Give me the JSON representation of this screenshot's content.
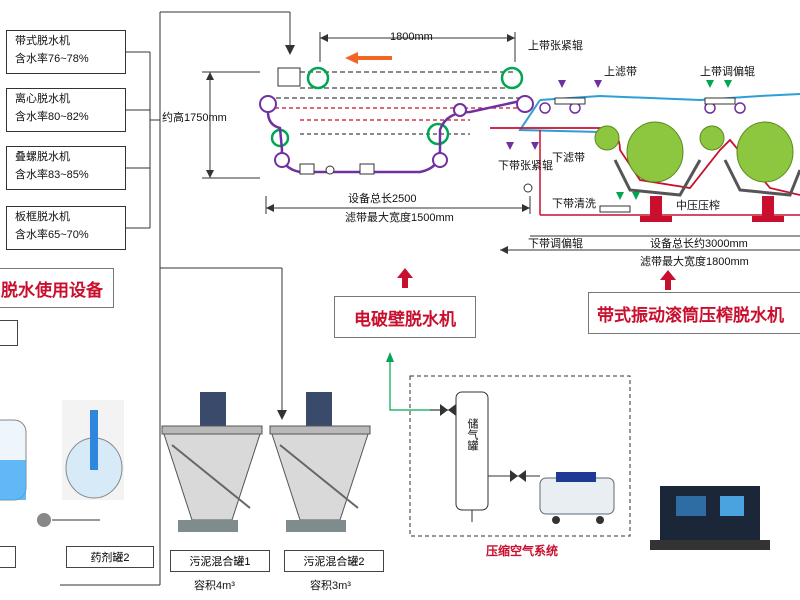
{
  "dewater_options": [
    {
      "name": "带式脱水机",
      "rate": "含水率76~78%"
    },
    {
      "name": "离心脱水机",
      "rate": "含水率80~82%"
    },
    {
      "name": "叠螺脱水机",
      "rate": "含水率83~85%"
    },
    {
      "name": "板框脱水机",
      "rate": "含水率65~70%"
    }
  ],
  "section_title_left": "脱水使用设备",
  "height_label": "约高1750mm",
  "belt_width_top": "1800mm",
  "left_machine": {
    "total_length": "设备总长2500",
    "max_width": "滤带最大宽度1500mm"
  },
  "right_machine_labels": {
    "upper_tension": "上带张紧辊",
    "upper_belt": "上滤带",
    "upper_adjust": "上带调偏辊",
    "lower_tension": "下带张紧辊",
    "lower_belt": "下滤带",
    "lower_wash": "下带清洗",
    "press": "中压压榨",
    "lower_adjust": "下带调偏辊",
    "total_length": "设备总长约3000mm",
    "max_width": "滤带最大宽度1800mm"
  },
  "title_left_machine": "电破壁脱水机",
  "title_right_machine": "带式振动滚筒压榨脱水机",
  "air_tank": "储气罐",
  "air_system": "压缩空气系统",
  "pharma_tank": "药剂罐2",
  "mixer1": {
    "name": "污泥混合罐1",
    "vol": "容积4m³"
  },
  "mixer2": {
    "name": "污泥混合罐2",
    "vol": "容积3m³"
  },
  "colors": {
    "red": "#c8102e",
    "green": "#00a651",
    "purple": "#7030a0",
    "blue": "#2e9fd6",
    "drum": "#8dc63f"
  }
}
